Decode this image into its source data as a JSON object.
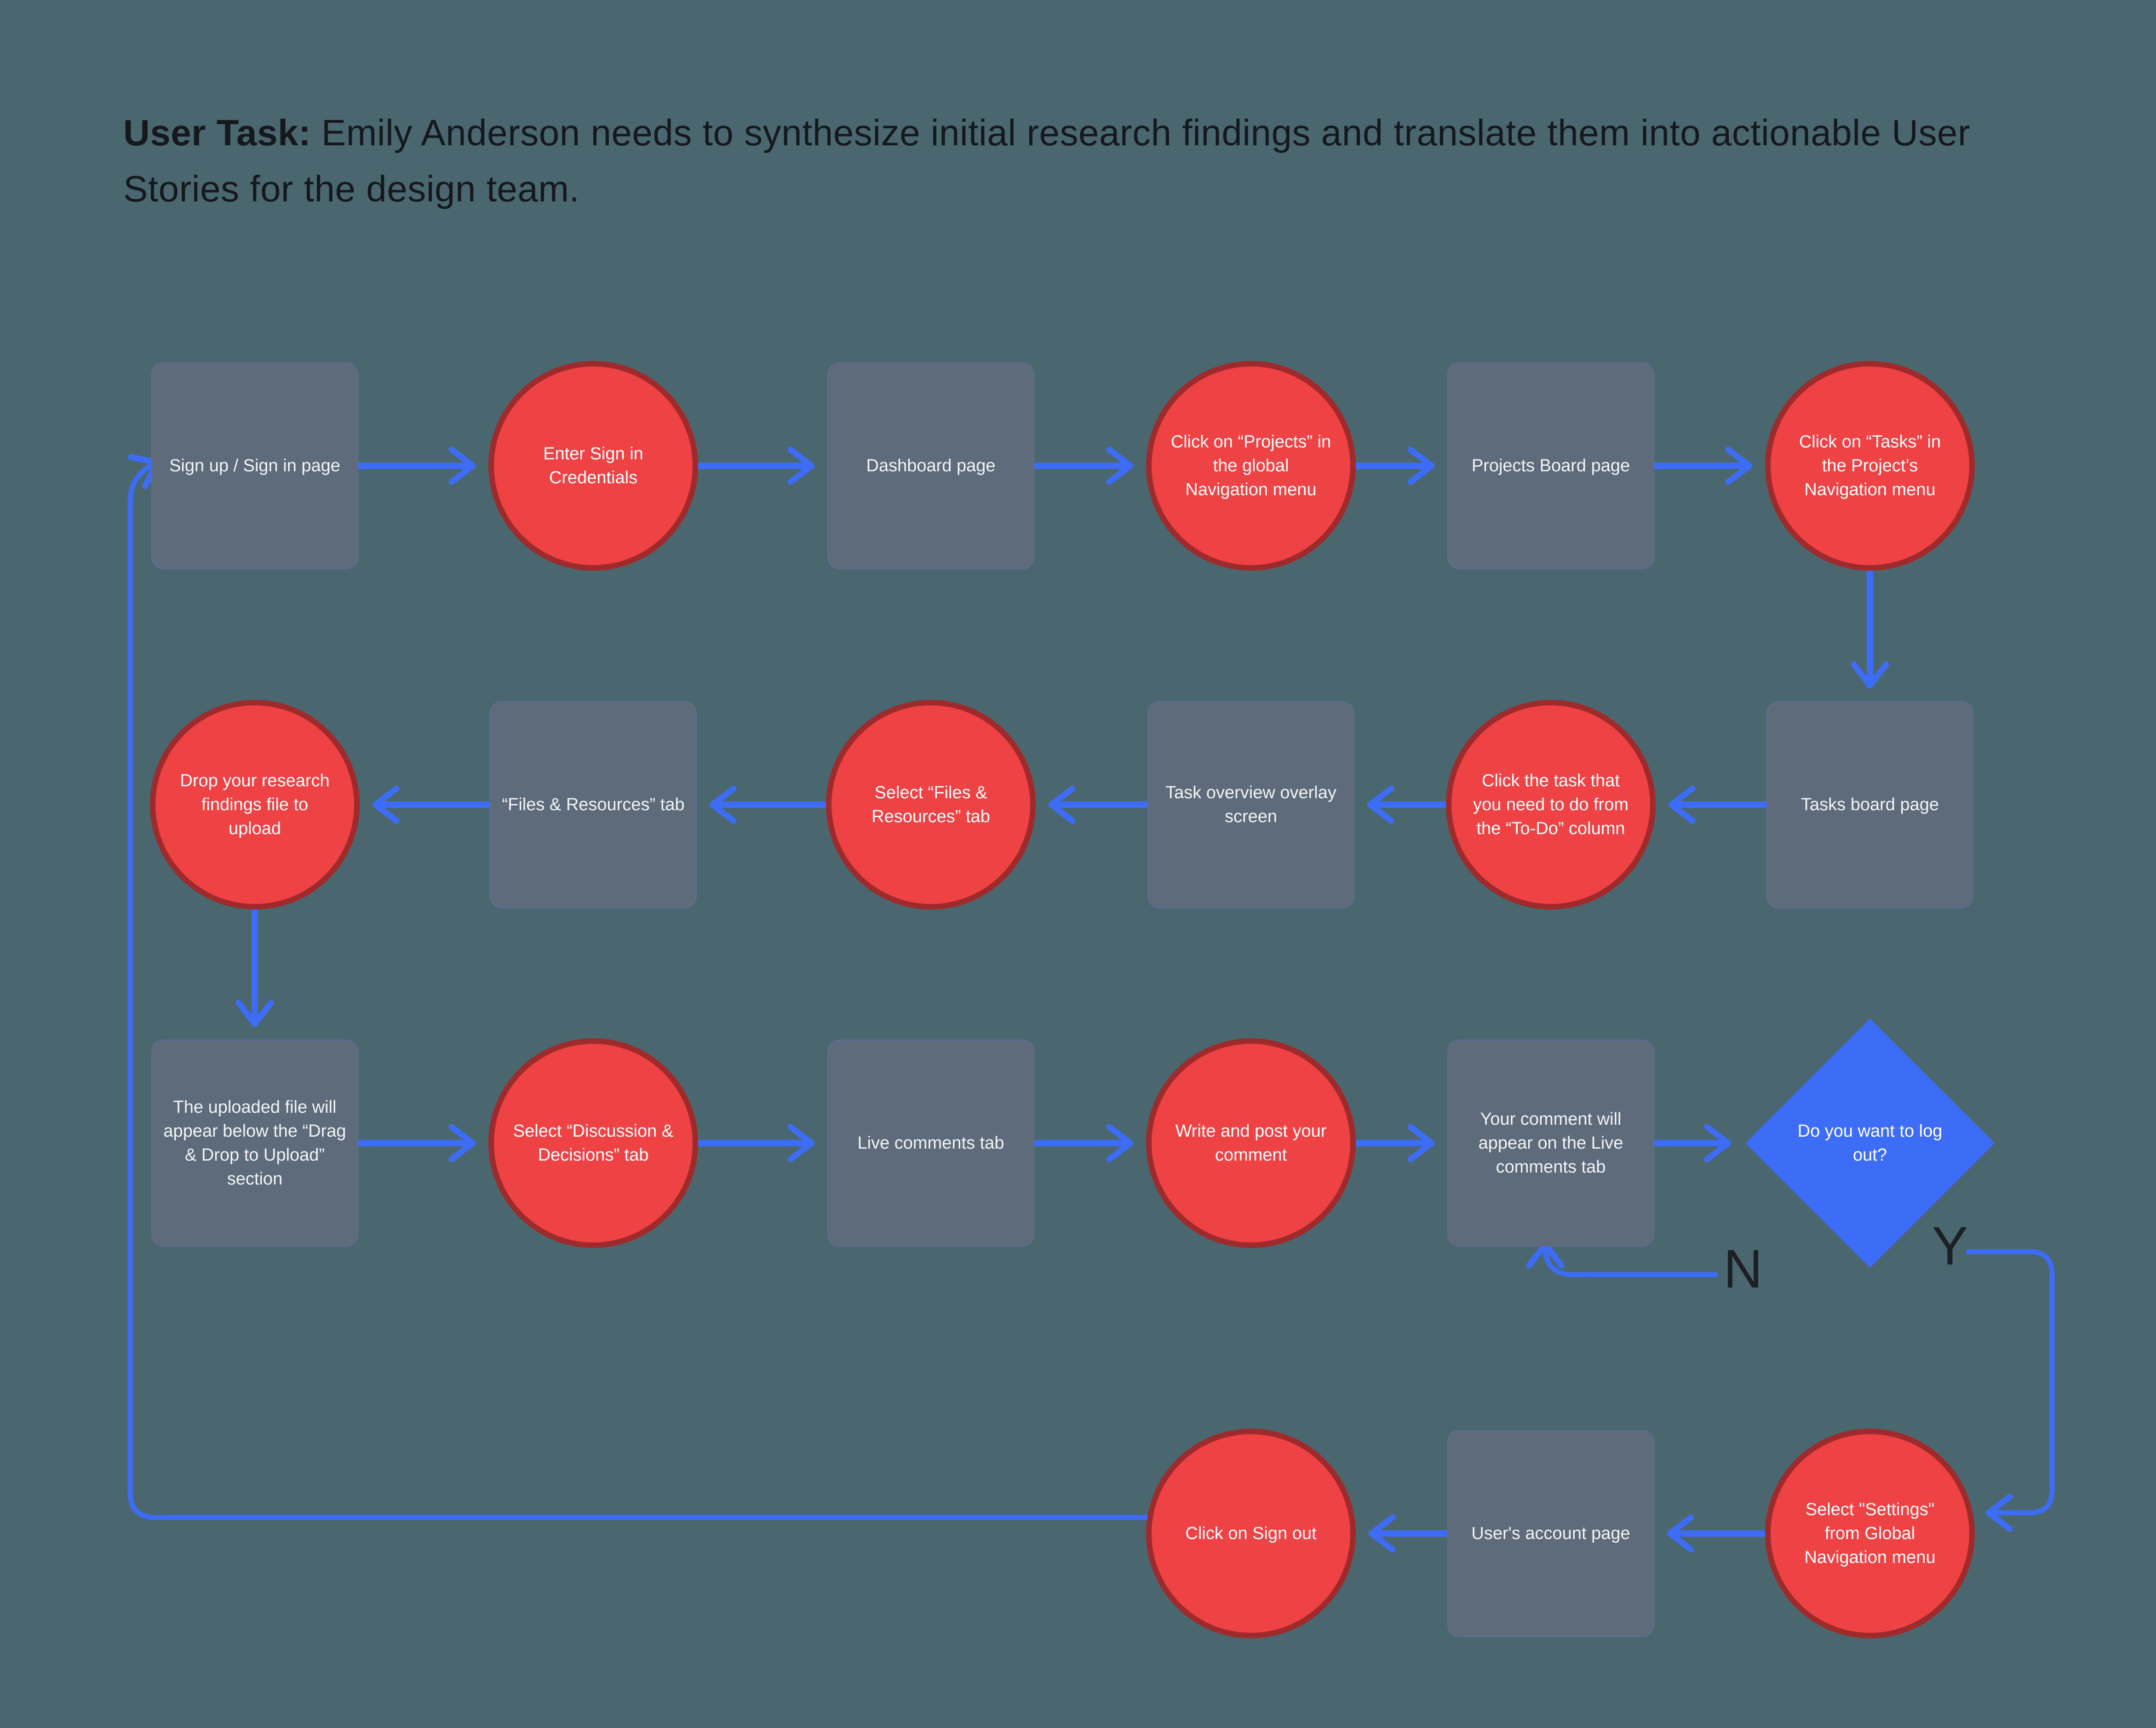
{
  "title": {
    "bold": "User Task:",
    "rest": " Emily Anderson needs to synthesize initial research findings and translate them into actionable User Stories for the design team."
  },
  "flowchart": {
    "nodes": [
      {
        "id": "signup-page",
        "type": "page",
        "label": "Sign up / Sign in page"
      },
      {
        "id": "enter-credentials",
        "type": "action",
        "label": "Enter Sign in Credentials"
      },
      {
        "id": "dashboard-page",
        "type": "page",
        "label": "Dashboard page"
      },
      {
        "id": "click-projects",
        "type": "action",
        "label": "Click on “Projects” in the global Navigation menu"
      },
      {
        "id": "projects-board-page",
        "type": "page",
        "label": "Projects Board page"
      },
      {
        "id": "click-tasks",
        "type": "action",
        "label": "Click on “Tasks” in the Project’s Navigation menu"
      },
      {
        "id": "tasks-board-page",
        "type": "page",
        "label": "Tasks board page"
      },
      {
        "id": "click-task",
        "type": "action",
        "label": "Click the task that you need to do from the “To-Do” column"
      },
      {
        "id": "task-overview-overlay",
        "type": "page",
        "label": "Task overview overlay screen"
      },
      {
        "id": "select-files-resources",
        "type": "action",
        "label": "Select “Files & Resources” tab"
      },
      {
        "id": "files-resources-tab",
        "type": "page",
        "label": "“Files & Resources” tab"
      },
      {
        "id": "drop-research-file",
        "type": "action",
        "label": "Drop your research findings file to upload"
      },
      {
        "id": "uploaded-file-note",
        "type": "page",
        "label": "The uploaded file will appear below the “Drag & Drop to Upload” section"
      },
      {
        "id": "select-discussion-decisions",
        "type": "action",
        "label": "Select “Discussion & Decisions” tab"
      },
      {
        "id": "live-comments-tab",
        "type": "page",
        "label": "Live comments tab"
      },
      {
        "id": "write-post-comment",
        "type": "action",
        "label": "Write and post your comment"
      },
      {
        "id": "comment-appears",
        "type": "page",
        "label": "Your comment will appear on the Live comments tab"
      },
      {
        "id": "logout-decision",
        "type": "decision",
        "label": "Do you want to log out?"
      },
      {
        "id": "click-sign-out",
        "type": "action",
        "label": "Click on Sign out"
      },
      {
        "id": "users-account-page",
        "type": "page",
        "label": "User's account page"
      },
      {
        "id": "select-settings",
        "type": "action",
        "label": "Select \"Settings\" from Global Navigation menu"
      }
    ],
    "branch_labels": {
      "no": "N",
      "yes": "Y"
    }
  },
  "colors": {
    "background": "#4a6770",
    "page-fill": "#5d6b7a",
    "action-fill": "#ee4245",
    "action-border": "#9e2a2b",
    "decision-fill": "#3d6cf6",
    "arrow": "#3d6cf6",
    "title-text": "#15181c",
    "node-text": "#ffffff",
    "branch-label-text": "#1c1f24"
  }
}
